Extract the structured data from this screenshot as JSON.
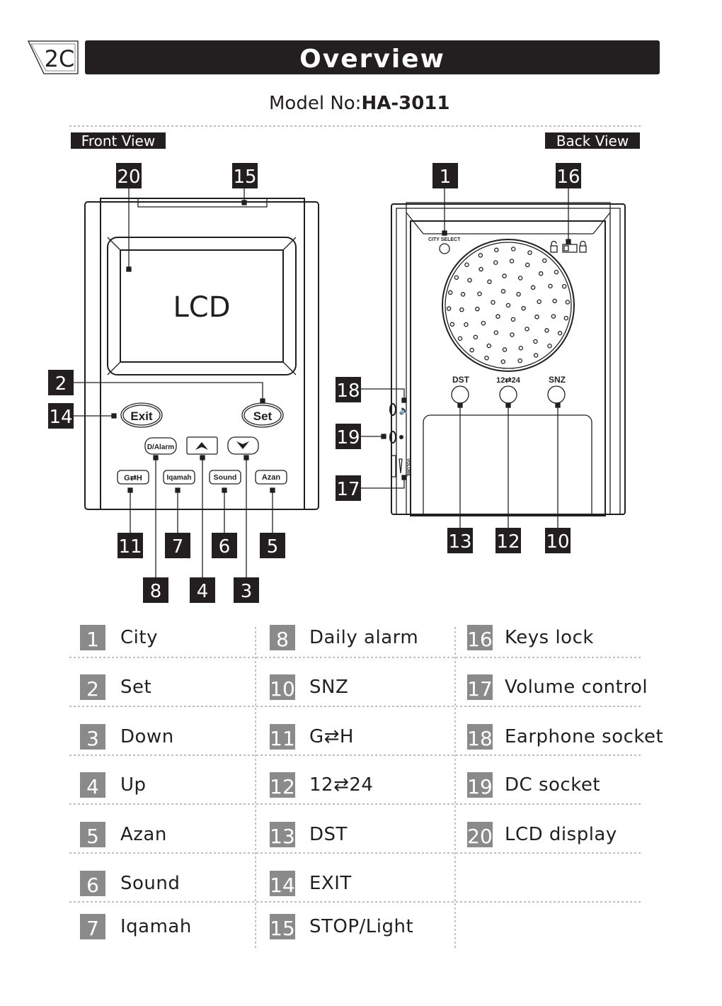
{
  "header": {
    "page_code": "2C",
    "title": "Overview",
    "model_label": "Model No:",
    "model_value": "HA-3011"
  },
  "views": {
    "front": "Front View",
    "back": "Back View"
  },
  "front": {
    "lcd_label": "LCD",
    "buttons": {
      "exit": "Exit",
      "set": "Set",
      "dalarm": "D/Alarm",
      "gh": "G⇄H",
      "iqamah": "Iqamah",
      "sound": "Sound",
      "azan": "Azan"
    },
    "callouts": {
      "c20": "20",
      "c15": "15",
      "c2": "2",
      "c14": "14",
      "c11": "11",
      "c7": "7",
      "c6": "6",
      "c5": "5",
      "c8": "8",
      "c4": "4",
      "c3": "3"
    }
  },
  "back": {
    "city_select": "CITY SELECT",
    "buttons": {
      "dst": "DST",
      "h1224": "12⇄24",
      "snz": "SNZ"
    },
    "volume": "VOLUME",
    "callouts": {
      "c1": "1",
      "c16": "16",
      "c18": "18",
      "c19": "19",
      "c17": "17",
      "c13": "13",
      "c12": "12",
      "c10": "10"
    }
  },
  "legend": {
    "columns": [
      [
        {
          "n": "1",
          "t": "City"
        },
        {
          "n": "2",
          "t": "Set"
        },
        {
          "n": "3",
          "t": "Down"
        },
        {
          "n": "4",
          "t": "Up"
        },
        {
          "n": "5",
          "t": "Azan"
        },
        {
          "n": "6",
          "t": "Sound"
        },
        {
          "n": "7",
          "t": "Iqamah"
        }
      ],
      [
        {
          "n": "8",
          "t": "Daily alarm"
        },
        {
          "n": "10",
          "t": "SNZ"
        },
        {
          "n": "11",
          "t": "G⇄H"
        },
        {
          "n": "12",
          "t": "12⇄24"
        },
        {
          "n": "13",
          "t": "DST"
        },
        {
          "n": "14",
          "t": "EXIT"
        },
        {
          "n": "15",
          "t": "STOP/Light"
        }
      ],
      [
        {
          "n": "16",
          "t": "Keys lock"
        },
        {
          "n": "17",
          "t": "Volume control"
        },
        {
          "n": "18",
          "t": "Earphone socket"
        },
        {
          "n": "19",
          "t": "DC socket"
        },
        {
          "n": "20",
          "t": "LCD display"
        }
      ]
    ]
  },
  "colors": {
    "ink": "#231f20",
    "badge": "#8a8a8a"
  }
}
